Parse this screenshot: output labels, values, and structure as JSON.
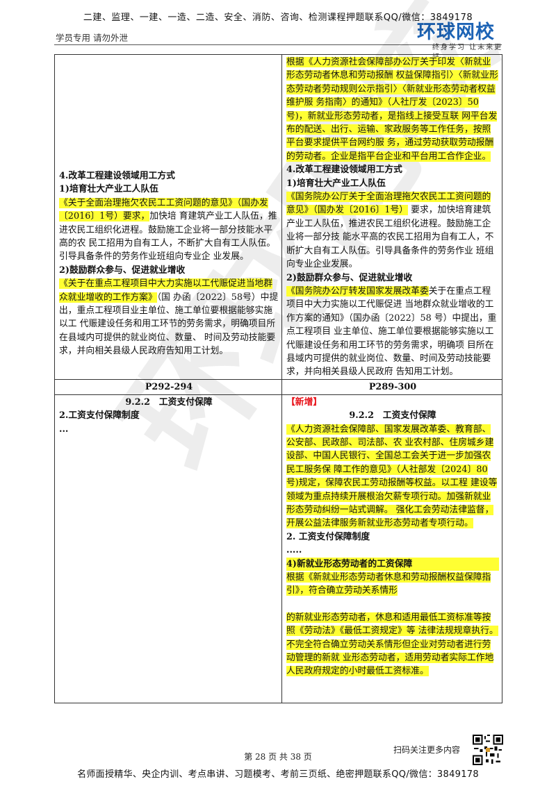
{
  "header": {
    "banner": "二建、监理、一建、一造、二造、安全、消防、咨询、检测课程押题联系QQ/微信：3849178",
    "left_note": "学员专用 请勿外泄",
    "logo_main": "环球网校",
    "logo_sub": "终身学习 让未来更好"
  },
  "watermark": "环球网校",
  "row1": {
    "left": {
      "heading": "4.改革工程建设领域用工方式",
      "sub1": "1)培育壮大产业工人队伍",
      "p1_hl": "《关于全面治理拖欠农民工工资问题的意见》（国办发〔2016〕1号）要求，",
      "p1_rest": "加快培 育建筑产业工人队伍，推进农民工组织化进程。鼓励施工企业将一部分技能水平高的农 民工招用为自有工人，不断扩大自有工人队伍。引导具备条件的劳务作业班组向专业企 业发展。",
      "sub2": "2)鼓励群众参与、促进就业增收",
      "p2_hl": "《关于在重点工程项目中大力实施以工代赈促进当地群众就业增收的工作方案》",
      "p2_rest": "（国 办函〔2022〕58号）中提出，重点工程项目业主单位、施工单位要根据能够实施以工 代赈建设任务和用工环节的劳务需求，明确项目所在县域内可提供的就业岗位、数量、 时间及劳动技能要求，并向相关县级人民政府告知用工计划。"
    },
    "right": {
      "p0_hl": "根据《人力资源社会保障部办公厅关于印发〈新就业形态劳动者休息和劳动报酬 权益保障指引〉〈新就业形态劳动者劳动规则公示指引〉〈新就业形态劳动者权益维护服 务指南〉的通知》（人社厅发〔2023〕50 号)，新就业形态劳动者，是指线上接受互联 网平台发布的配送、出行、运输、家政服务等工作任务，按照平台要求提供平台网约服 务，通过劳动获取劳动报酬的劳动者。企业是指平台企业和平台用工合作企业。",
      "heading": "4.改革工程建设领域用工方式",
      "sub1": "1)培育壮大产业工人队伍",
      "p1_hl": "《国务院办公厅关于全面治理拖欠农民工工资问题的意见》（国办发〔2016〕1号）",
      "p1_rest": " 要求，加快培育建筑产业工人队伍，推进农民工组织化进程。鼓励施工企业将一部分技 能水平高的农民工招用为自有工人，不断扩大自有工人队伍。引导具备条件的劳务作业 班组向专业企业发展。",
      "sub2": "2)鼓励群众参与、促进就业增收",
      "p2_hl": "《国务院办公厅转发国家发展改革委",
      "p2_rest": "关于在重点工程项目中大力实施以工代赈促进 当地群众就业增收的工作方案的通知》（国办函〔2022〕58 号）中提出，重点工程项目 业主单位、施工单位要根据能够实施以工代赈建设任务和用工环节的劳务需求，明确项 目所在县域内可提供的就业岗位、数量、时间及劳动技能要求，并向相关县级人民政府 告知用工计划。"
    }
  },
  "row2": {
    "left": "P292-294",
    "right": "P289-300"
  },
  "row3": {
    "left": {
      "title": "9.2.2　工资支付保障",
      "sub": "2.工资支付保障制度",
      "ellipsis": "..."
    },
    "right": {
      "tag": "【新增】",
      "title": "9.2.2　工资支付保障",
      "p1_hl": "《人力资源社会保障部、国家发展改革委、教育部、公安部、民政部、司法部、农 业农村部、住房城乡建设部、中国人民银行、全国总工会关于进一步加强农民工服务保 障工作的意见》（人社部发〔2024〕80 号)规定，保障农民工劳动报酬等权益。以工程 建设等领域为重点持续开展根治欠薪专项行动。加强新就业形态劳动纠纷一站式调解。 强化工会劳动法律监督，开展公益法律服务新就业形态劳动者专项行动。",
      "sub": "2. 工资支付保障制度",
      "ellipsis": ".....",
      "sub4": "4)新就业形态劳动者的工资保障",
      "p2_hl": "根据《新就业形态劳动者休息和劳动报酬权益保障指引》，符合确立劳动关系情形",
      "p3_hl": "的新就业形态劳动者，休息和适用最低工资标准等按照《劳动法》《最低工资规定》等 法律法规规章执行。不完全符合确立劳动关系情形但企业对劳动者进行劳动管理的新就 业形态劳动者，适用劳动者实际工作地人民政府规定的小时最低工资标准。"
    }
  },
  "footer": {
    "scan_text": "扫码关注更多内容",
    "page": "第 28 页 共 38 页",
    "banner": "名师面授精华、央企内训、考点串讲、习题模考、考前三页纸、绝密押题联系QQ/微信：3849178"
  }
}
